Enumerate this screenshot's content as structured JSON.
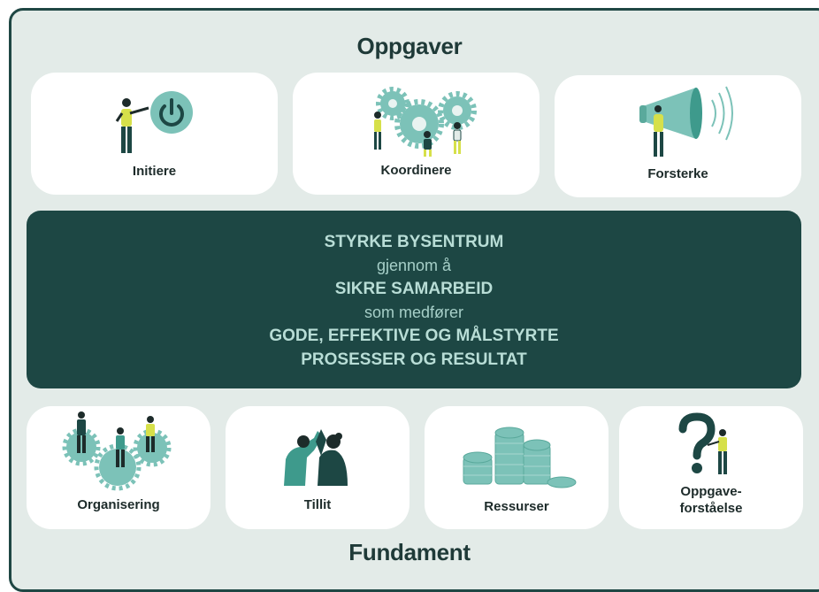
{
  "tasks": {
    "title": "Oppgaver",
    "items": [
      {
        "label": "Initiere",
        "icon": "power-button-icon"
      },
      {
        "label": "Koordinere",
        "icon": "gears-icon"
      },
      {
        "label": "Forsterke",
        "icon": "megaphone-icon"
      }
    ]
  },
  "banner": {
    "line1": "STYRKE BYSENTRUM",
    "line2": "gjennom å",
    "line3": "SIKRE SAMARBEID",
    "line4": "som medfører",
    "line5": "GODE, EFFEKTIVE OG MÅLSTYRTE",
    "line6": "PROSESSER OG RESULTAT"
  },
  "foundation": {
    "title": "Fundament",
    "items": [
      {
        "label": "Organisering",
        "icon": "gear-people-icon"
      },
      {
        "label": "Tillit",
        "icon": "high-five-icon"
      },
      {
        "label": "Ressurser",
        "icon": "coin-stacks-icon"
      },
      {
        "label_line1": "Oppgave-",
        "label_line2": "forståelse",
        "icon": "question-mark-icon"
      }
    ]
  },
  "colors": {
    "frame_bg": "#e3ebe8",
    "frame_border": "#1f4744",
    "banner_bg": "#1d4744",
    "banner_text": "#b8ddd6",
    "accent_teal": "#7cc2b8",
    "accent_yellow": "#d6e04a"
  }
}
